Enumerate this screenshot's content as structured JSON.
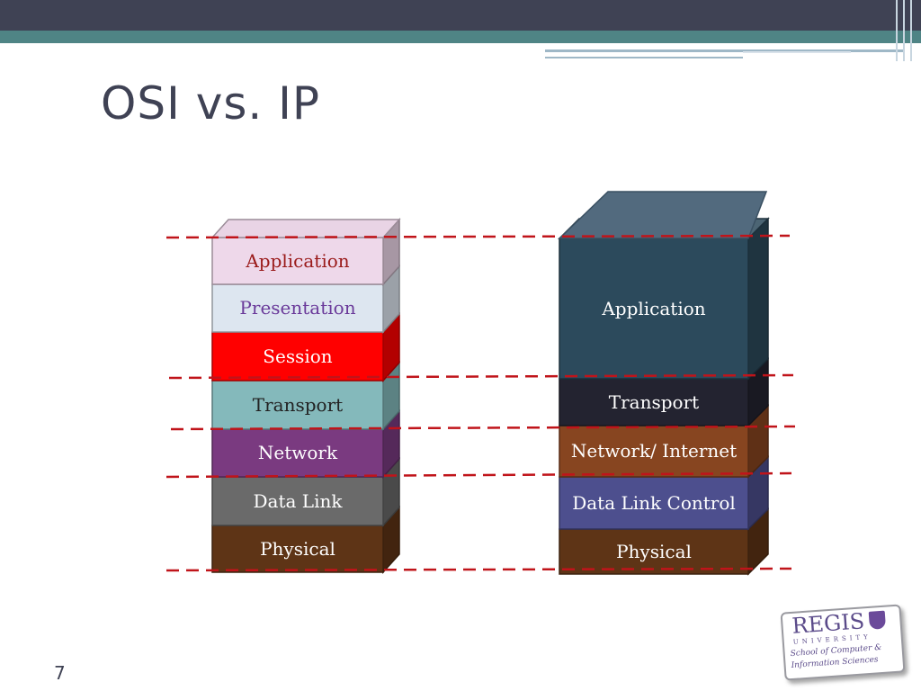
{
  "slide": {
    "title": "OSI vs. IP",
    "page_number": "7"
  },
  "osi": {
    "layers": [
      {
        "label": "Application",
        "color": "#eed8ea",
        "text_color": "#9a1a1a"
      },
      {
        "label": "Presentation",
        "color": "#dde6f0",
        "text_color": "#6a3a9a"
      },
      {
        "label": "Session",
        "color": "#ff0000",
        "text_color": "#ffffff"
      },
      {
        "label": "Transport",
        "color": "#84b9bb",
        "text_color": "#222222"
      },
      {
        "label": "Network",
        "color": "#7a3a80",
        "text_color": "#ffffff"
      },
      {
        "label": "Data Link",
        "color": "#6a6a6a",
        "text_color": "#ffffff"
      },
      {
        "label": "Physical",
        "color": "#5e3416",
        "text_color": "#ffffff"
      }
    ]
  },
  "ip": {
    "layers": [
      {
        "label": "Application",
        "color": "#2c4a5c",
        "text_color": "#ffffff"
      },
      {
        "label": "Transport",
        "color": "#232330",
        "text_color": "#ffffff"
      },
      {
        "label": "Network/ Internet",
        "color": "#874520",
        "text_color": "#ffffff"
      },
      {
        "label": "Data Link Control",
        "color": "#4d4f8e",
        "text_color": "#ffffff"
      },
      {
        "label": "Physical",
        "color": "#5e3416",
        "text_color": "#ffffff"
      }
    ]
  },
  "guide_line_color": "#c0141a",
  "logo": {
    "name": "REGIS",
    "sub": "UNIVERSITY",
    "school_line1": "School of Computer &",
    "school_line2": "Information Sciences"
  }
}
